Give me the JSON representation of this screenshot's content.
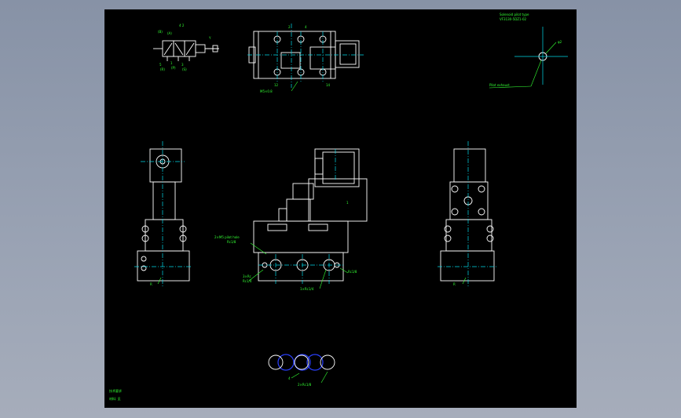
{
  "drawing": {
    "colors": {
      "background": "#000000",
      "geometry": "#ffffff",
      "centerline": "#00d8e8",
      "annotation": "#33ff33",
      "hidden": "#2a40ff",
      "viewport": "#9099ab"
    },
    "views": [
      "valve-symbol",
      "top-view",
      "detail-view",
      "left-view",
      "front-view",
      "right-view",
      "port-pattern"
    ],
    "notes": {
      "sheet_note_1": "技术要求",
      "sheet_note_2": "材料: 见"
    }
  }
}
